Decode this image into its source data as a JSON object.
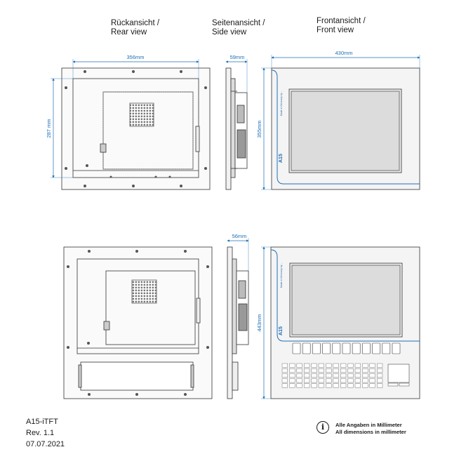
{
  "headers": {
    "rear": {
      "de": "Rückansicht /",
      "en": "Rear view"
    },
    "side": {
      "de": "Seitenansicht /",
      "en": "Side view"
    },
    "front": {
      "de": "Frontansicht /",
      "en": "Front view"
    }
  },
  "dimensions": {
    "rear_width": "356mm",
    "rear_height": "287 mm",
    "side_depth_top": "59mm",
    "front_width": "430mm",
    "front_height_top": "355mm",
    "side_depth_bottom": "56mm",
    "front_height_bottom": "443mm"
  },
  "model_label": "A15",
  "side_label": "Made in Germany by ...",
  "meta": {
    "product": "A15-iTFT",
    "revision": "Rev. 1.1",
    "date": "07.07.2021"
  },
  "note": {
    "icon": "info-icon",
    "de": "Alle Angaben in Millimeter",
    "en": "All dimensions in millimeter"
  },
  "colors": {
    "dimension": "#1f6fb5",
    "line": "#333333",
    "accent": "#1f6fb5"
  }
}
